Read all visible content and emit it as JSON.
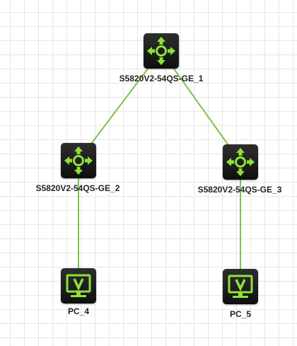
{
  "colors": {
    "link": "#7dc34a",
    "icon_green": "#8fe03a",
    "device_bg": "#1a1a1a",
    "label": "#222222",
    "grid": "#e6e6e6"
  },
  "nodes": [
    {
      "id": "sw1",
      "label": "S5820V2-54QS-GE_1",
      "kind": "switch",
      "icon": "router-arrows-icon"
    },
    {
      "id": "sw2",
      "label": "S5820V2-54QS-GE_2",
      "kind": "switch",
      "icon": "router-arrows-icon"
    },
    {
      "id": "sw3",
      "label": "S5820V2-54QS-GE_3",
      "kind": "switch",
      "icon": "router-arrows-icon"
    },
    {
      "id": "pc4",
      "label": "PC_4",
      "kind": "pc",
      "icon": "monitor-v-icon"
    },
    {
      "id": "pc5",
      "label": "PC_5",
      "kind": "pc",
      "icon": "monitor-v-icon"
    }
  ],
  "links": [
    {
      "from": "sw1",
      "to": "sw2"
    },
    {
      "from": "sw1",
      "to": "sw3"
    },
    {
      "from": "sw2",
      "to": "pc4"
    },
    {
      "from": "sw3",
      "to": "pc5"
    }
  ]
}
